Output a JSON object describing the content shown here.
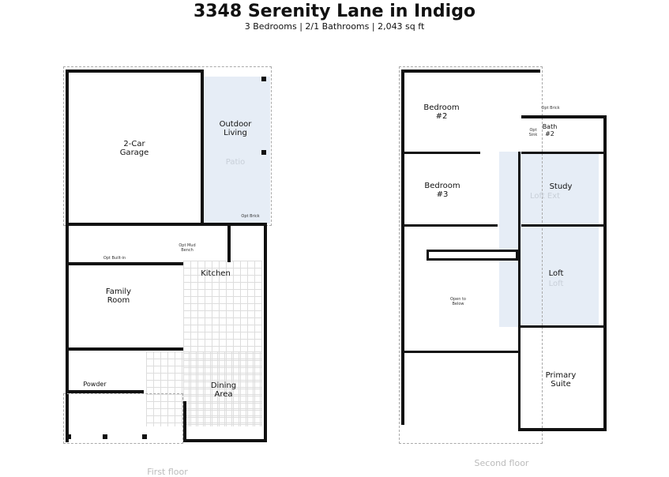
{
  "header": {
    "title": "3348 Serenity Lane in Indigo",
    "subtitle": "3 Bedrooms | 2/1 Bathrooms | 2,043 sq ft"
  },
  "first_floor": {
    "label": "First floor",
    "rooms": {
      "garage": "2-Car\nGarage",
      "outdoor": "Outdoor\nLiving",
      "patio": "Patio",
      "opt_brick": "Opt Brick",
      "family": "Family\nRoom",
      "opt_builtin": "Opt Built-in",
      "opt_mud": "Opt Mud\nBench",
      "kitchen": "Kitchen",
      "powder": "Powder",
      "dining": "Dining\nArea"
    }
  },
  "second_floor": {
    "label": "Second floor",
    "rooms": {
      "bed2": "Bedroom\n#2",
      "bed3": "Bedroom\n#3",
      "opt_brick": "Opt Brick",
      "opt_sink": "Opt\nSink",
      "bath2": "Bath\n#2",
      "study": "Study",
      "loft_ext": "Loft Ext",
      "loft": "Loft",
      "loft_faint": "Loft",
      "open_below": "Open to\nBelow",
      "primary": "Primary\nSuite"
    }
  },
  "colors": {
    "highlight": "#e6edf6",
    "wall": "#111111"
  }
}
